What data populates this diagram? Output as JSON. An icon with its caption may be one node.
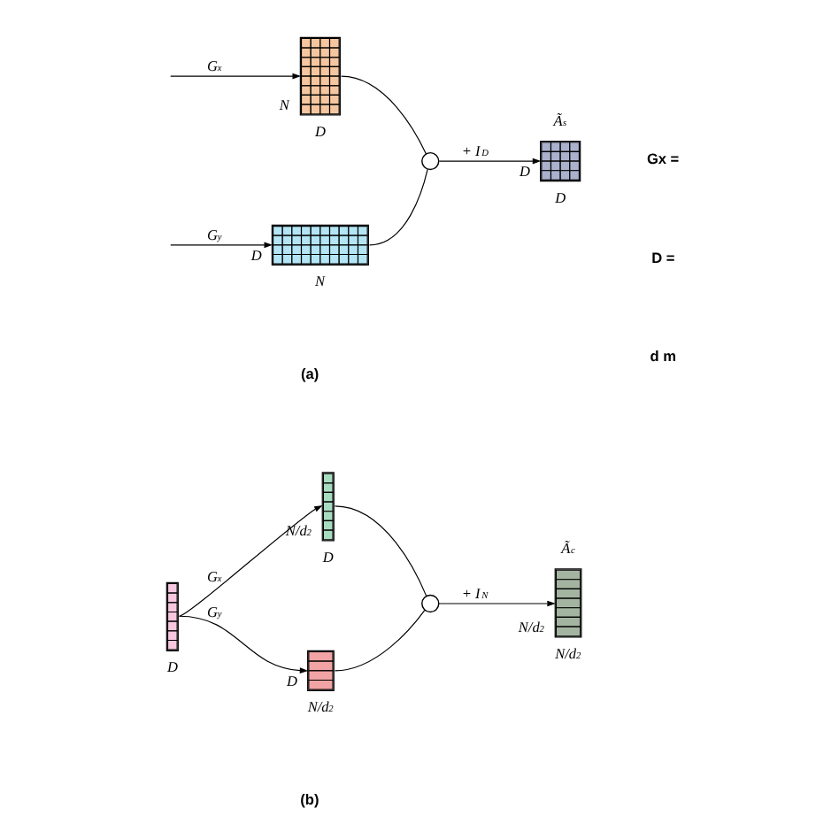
{
  "diagram": {
    "nodes": [
      {
        "text": [],
        "shape": "box",
        "beside": [
          "N",
          "D"
        ]
      },
      {
        "text": [],
        "shape": "box",
        "beside": [
          "D",
          "N"
        ]
      },
      {
        "text": [],
        "shape": "circle"
      },
      {
        "text": [],
        "shape": "box",
        "beside": [
          "Ã$_{s}$",
          "D",
          "D"
        ]
      },
      {
        "text": [],
        "shape": "box",
        "beside": [
          "D"
        ]
      },
      {
        "text": [],
        "shape": "box",
        "beside": [
          "N/d$^{2}$",
          "D"
        ]
      },
      {
        "text": [],
        "shape": "box",
        "beside": [
          "D",
          "N/d$^{2}$"
        ]
      },
      {
        "text": [],
        "shape": "circle"
      },
      {
        "text": [],
        "shape": "box",
        "beside": [
          "Ã$_{c}$",
          "N/d$^{2}$",
          "N/d$^{2}$"
        ]
      }
    ],
    "edges": [
      {
        "from": null,
        "to": 0,
        "arrow": "to",
        "label": "G$_{x}$"
      },
      {
        "from": null,
        "to": 1,
        "arrow": "to",
        "label": "G$_{y}$"
      },
      {
        "from": 0,
        "to": 2,
        "arrow": "none"
      },
      {
        "from": 1,
        "to": 2,
        "arrow": "none"
      },
      {
        "from": 2,
        "to": 3,
        "arrow": "to",
        "label": "+ I$_{D}$"
      },
      {
        "from": 4,
        "to": 5,
        "arrow": "to",
        "label": "G$_{x}$"
      },
      {
        "from": 4,
        "to": 6,
        "arrow": "to",
        "label": "G$_{y}$"
      },
      {
        "from": 5,
        "to": 7,
        "arrow": "none"
      },
      {
        "from": 6,
        "to": 7,
        "arrow": "none"
      },
      {
        "from": 7,
        "to": 8,
        "arrow": "to",
        "label": "+ I$_{N}$"
      }
    ],
    "labels": [
      "(a)",
      "Gx =",
      "D =",
      "d m",
      "(b)"
    ]
  }
}
